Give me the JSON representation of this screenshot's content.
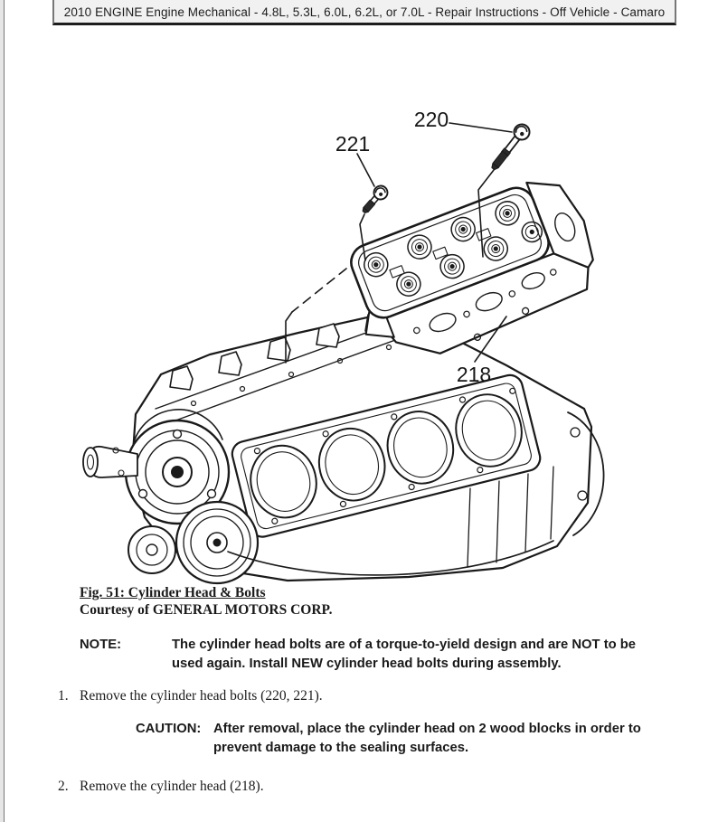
{
  "header": {
    "title": "2010 ENGINE Engine Mechanical - 4.8L, 5.3L, 6.0L, 6.2L, or 7.0L - Repair Instructions - Off Vehicle - Camaro"
  },
  "figure": {
    "callouts": {
      "bolt_long": "220",
      "bolt_short": "221",
      "head": "218"
    },
    "caption_title": "Fig. 51: Cylinder Head & Bolts",
    "caption_credit": "Courtesy of GENERAL MOTORS CORP."
  },
  "note": {
    "label": "NOTE:",
    "text": "The cylinder head bolts are of a torque-to-yield design and are NOT to be\nused again. Install NEW cylinder head bolts during assembly."
  },
  "caution": {
    "label": "CAUTION:",
    "text": "After removal, place the cylinder head on 2 wood blocks in order to\nprevent damage to the sealing surfaces."
  },
  "steps": [
    {
      "number": "1.",
      "text": "Remove the cylinder head bolts (220, 221)."
    },
    {
      "number": "2.",
      "text": "Remove the cylinder head (218)."
    }
  ],
  "colors": {
    "ink": "#1a1a1a",
    "header_bg": "#f1f1f1",
    "page_bg": "#ffffff"
  }
}
